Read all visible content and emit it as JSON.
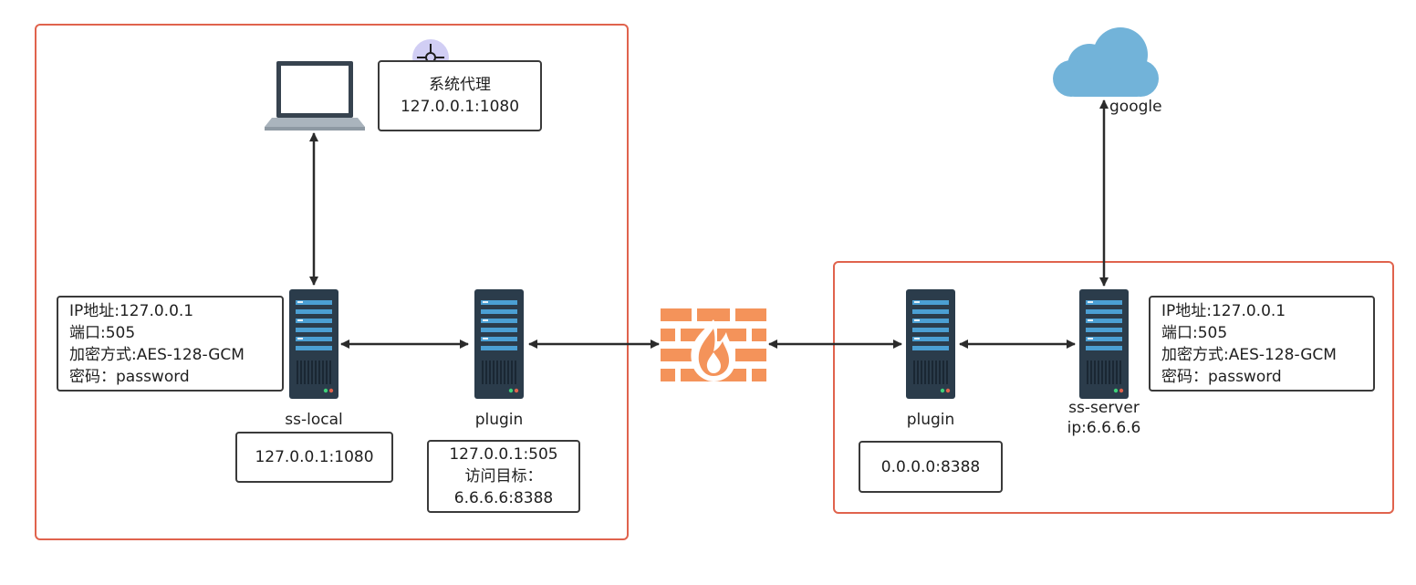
{
  "left_group": {
    "proxy_note": {
      "line1": "系统代理",
      "line2": "127.0.0.1:1080"
    },
    "local_config": {
      "ip": "IP地址:127.0.0.1",
      "port": "端口:505",
      "cipher": "加密方式:AES-128-GCM",
      "password": "密码：password"
    },
    "ss_local": {
      "label": "ss-local",
      "addr": "127.0.0.1:1080"
    },
    "plugin": {
      "label": "plugin",
      "line1": "127.0.0.1:505",
      "line2": "访问目标：",
      "line3": "6.6.6.6:8388"
    }
  },
  "right_group": {
    "plugin": {
      "label": "plugin",
      "addr": "0.0.0.0:8388"
    },
    "ss_server": {
      "label": "ss-server",
      "ip": "ip:6.6.6.6"
    },
    "server_config": {
      "ip": "IP地址:127.0.0.1",
      "port": "端口:505",
      "cipher": "加密方式:AES-128-GCM",
      "password": "密码：password"
    }
  },
  "cloud": {
    "label": "google"
  },
  "colors": {
    "group_border": "#e0634d",
    "firewall": "#f4935a",
    "cloud": "#72b3d9",
    "server": "#2b3c4b",
    "server_slot": "#4b9fd3"
  },
  "icons": [
    "laptop-icon",
    "server-icon",
    "firewall-icon",
    "cloud-icon",
    "cursor-icon"
  ]
}
